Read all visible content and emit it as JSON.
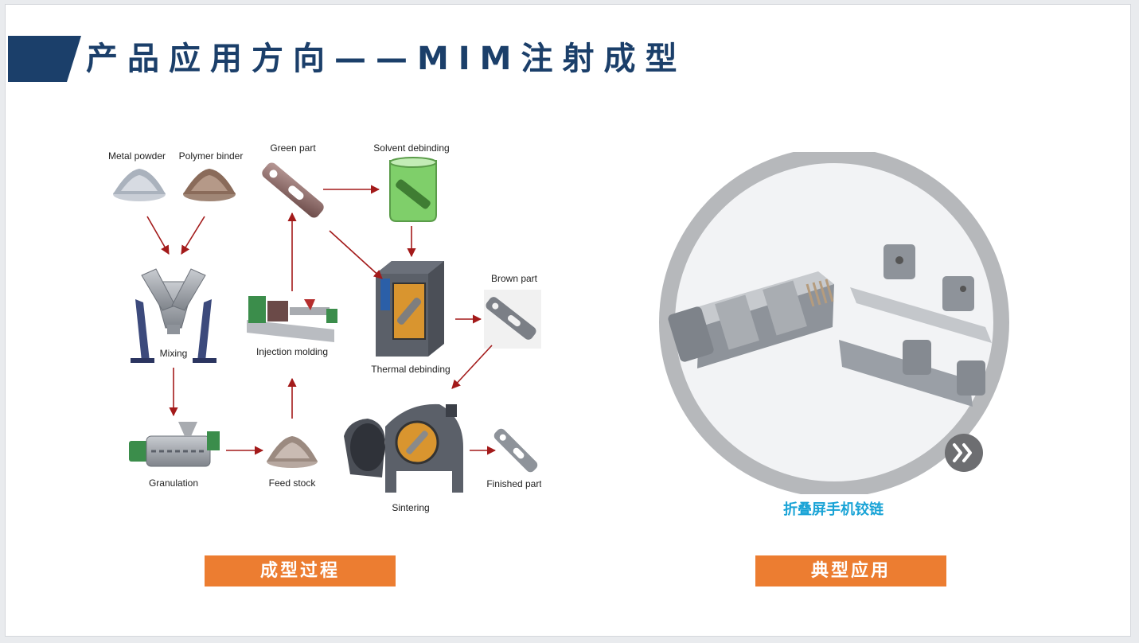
{
  "page": {
    "title": "产品应用方向——MIM注射成型",
    "accent_color": "#1b3f6a",
    "button_color": "#ec7d31",
    "caption_color": "#19a3d6"
  },
  "diagram": {
    "labels": {
      "metal_powder": "Metal powder",
      "polymer_binder": "Polymer binder",
      "green_part": "Green part",
      "solvent_debinding": "Solvent debinding",
      "mixing": "Mixing",
      "injection_molding": "Injection molding",
      "thermal_debinding": "Thermal debinding",
      "brown_part": "Brown part",
      "granulation": "Granulation",
      "feed_stock": "Feed stock",
      "sintering": "Sintering",
      "finished_part": "Finished part"
    },
    "arrow_color": "#a31a1a"
  },
  "application": {
    "caption": "折叠屏手机铰链",
    "next_icon": "double-chevron-right-icon"
  },
  "buttons": {
    "process": "成型过程",
    "application": "典型应用"
  }
}
